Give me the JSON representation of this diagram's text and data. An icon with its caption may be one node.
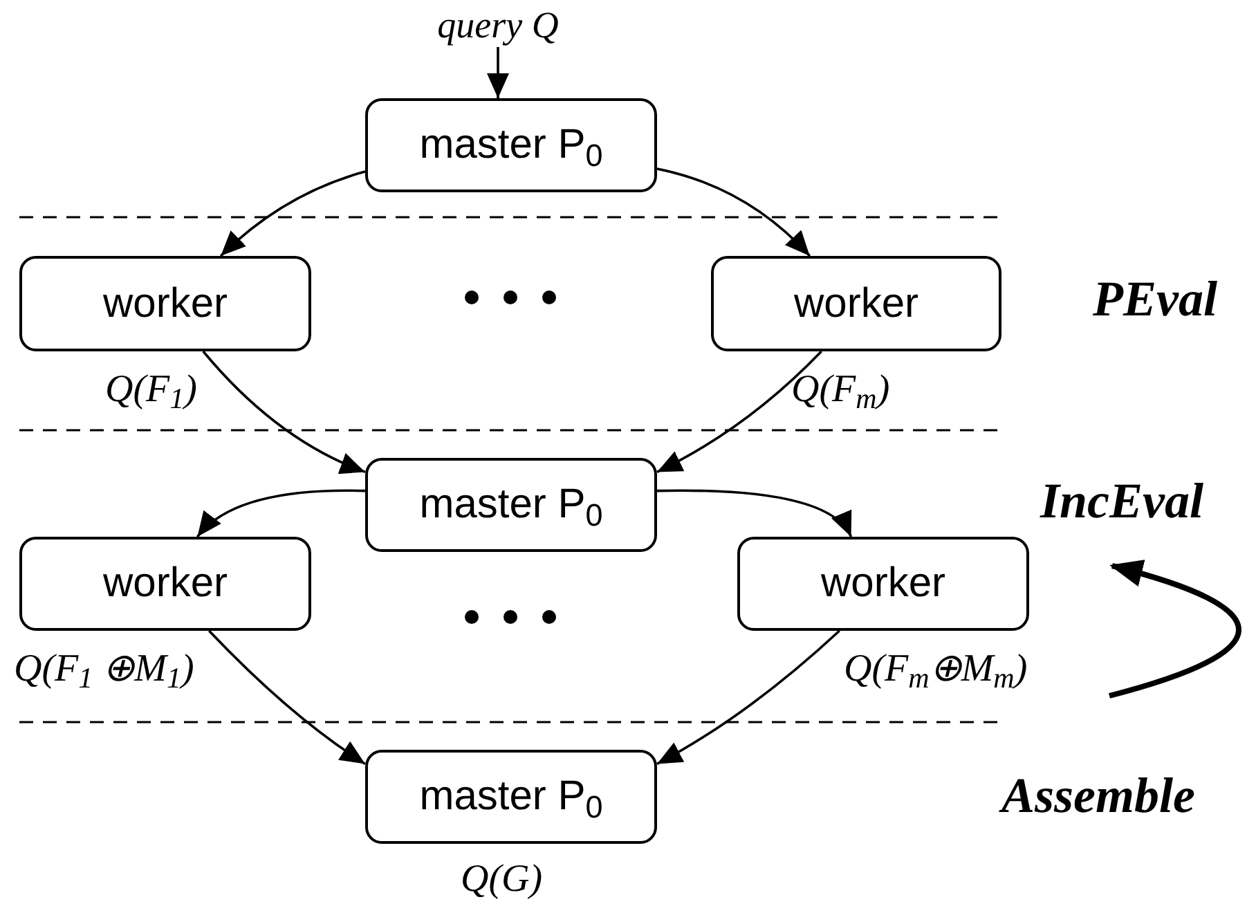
{
  "diagram": {
    "nodes": [
      {
        "text": [
          "query Q"
        ]
      },
      {
        "text": [
          "master P$_{0}$"
        ]
      },
      {
        "text": [
          "worker"
        ],
        "beside": [
          "Q(F$_{1}$)"
        ]
      },
      {
        "text": [
          "worker"
        ],
        "beside": [
          "Q(F$_{m}$)"
        ]
      },
      {
        "text": [
          "master P$_{0}$"
        ]
      },
      {
        "text": [
          "worker"
        ],
        "beside": [
          "Q(F$_{1}$ ⊕M$_{1}$)"
        ]
      },
      {
        "text": [
          "worker"
        ],
        "beside": [
          "Q(F$_{m}$⊕M$_{m}$)"
        ]
      },
      {
        "text": [
          "master P$_{0}$"
        ],
        "beside": [
          "Q(G)"
        ]
      }
    ],
    "edges": [
      {
        "from": 0,
        "to": 1,
        "arrow": "to"
      },
      {
        "from": 1,
        "to": 2,
        "arrow": "to"
      },
      {
        "from": 1,
        "to": 3,
        "arrow": "to"
      },
      {
        "from": 2,
        "to": 4,
        "arrow": "to"
      },
      {
        "from": 3,
        "to": 4,
        "arrow": "to"
      },
      {
        "from": 4,
        "to": 5,
        "arrow": "to"
      },
      {
        "from": 4,
        "to": 6,
        "arrow": "to"
      },
      {
        "from": 5,
        "to": 7,
        "arrow": "to"
      },
      {
        "from": 6,
        "to": 7,
        "arrow": "to"
      }
    ],
    "labels": [
      "PEval",
      "IncEval",
      "Assemble"
    ]
  }
}
